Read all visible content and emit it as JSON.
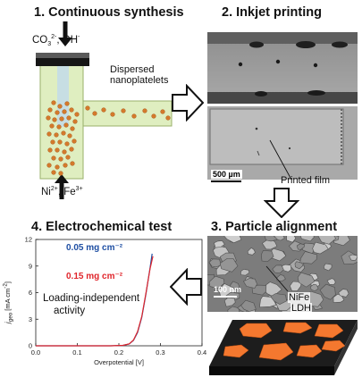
{
  "panels": {
    "synthesis": {
      "title": "1. Continuous synthesis",
      "top_reagent_html": "CO<sub style=\"font-size:7px\">3</sub><sup style=\"font-size:7px\">2-</sup>, OH<sup style=\"font-size:7px\">-</sup>",
      "bottom_reagent_html": "Ni<sup style=\"font-size:7px\">2+</sup>, Fe<sup style=\"font-size:7px\">3+</sup>",
      "dispersed_label": "Dispersed",
      "nanoplatelets_label": "nanoplatelets"
    },
    "inkjet": {
      "title": "2. Inkjet printing",
      "scale_label": "500 µm",
      "printed_film_label": "Printed film"
    },
    "alignment": {
      "title": "3. Particle alignment",
      "scale_label": "100 nm",
      "ldh_label_1": "NiFe",
      "ldh_label_2": "LDH"
    },
    "electrochem": {
      "title": "4. Electrochemical test",
      "annotation_1": "Loading-independent",
      "annotation_2": "activity"
    }
  },
  "colors": {
    "tube": "#dfeec0",
    "tube_border": "#9ab06a",
    "particles": "#d4792b",
    "platelets": "#f4782f",
    "substrate": "#1d1d1d",
    "series_blue": "#1f4fa3",
    "series_red": "#e0252b"
  },
  "chart_data": {
    "type": "line",
    "xlabel": "Overpotential [V]",
    "ylabel_html": "<i>j</i><sub>geo</sub> [mA cm<sup>-2</sup>]",
    "xlim": [
      0.0,
      0.4
    ],
    "ylim": [
      0,
      12
    ],
    "x_ticks": [
      "0.0",
      "0.1",
      "0.2",
      "0.3",
      "0.4"
    ],
    "y_ticks": [
      "0",
      "3",
      "6",
      "9",
      "12"
    ],
    "series": [
      {
        "name": "0.05 mg cm⁻²",
        "color": "#1f4fa3",
        "x": [
          0.0,
          0.1,
          0.18,
          0.21,
          0.225,
          0.235,
          0.245,
          0.255,
          0.265,
          0.275,
          0.28
        ],
        "y": [
          0.0,
          0.0,
          0.0,
          0.05,
          0.2,
          0.6,
          1.5,
          3.2,
          5.8,
          8.8,
          10.4
        ]
      },
      {
        "name": "0.15 mg cm⁻²",
        "color": "#e0252b",
        "x": [
          0.0,
          0.1,
          0.18,
          0.21,
          0.225,
          0.235,
          0.245,
          0.255,
          0.265,
          0.275,
          0.282
        ],
        "y": [
          0.0,
          0.0,
          0.0,
          0.05,
          0.22,
          0.65,
          1.6,
          3.3,
          5.9,
          8.7,
          10.1
        ]
      }
    ]
  }
}
